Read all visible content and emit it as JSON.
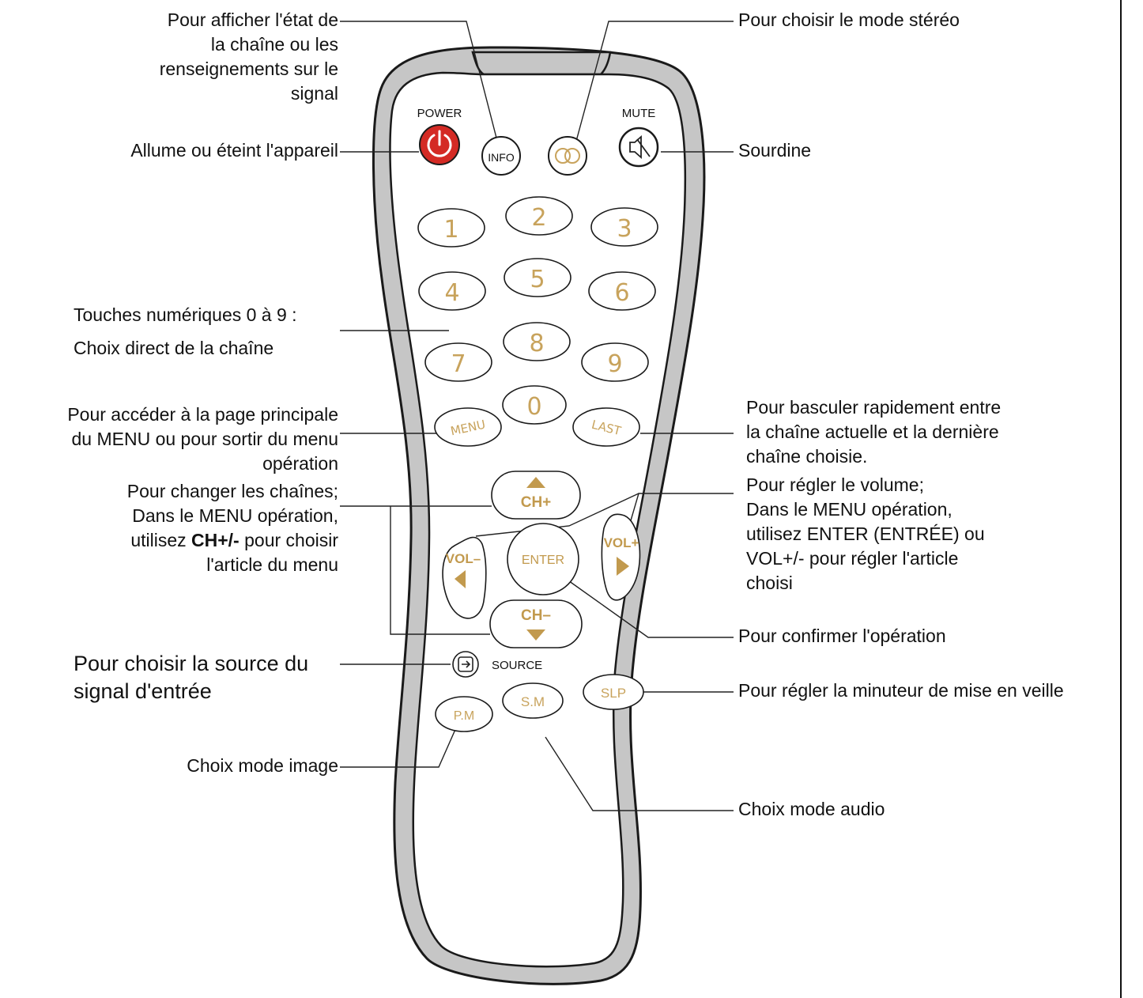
{
  "remote": {
    "buttons": {
      "power_caption": "POWER",
      "mute_caption": "MUTE",
      "info": "INFO",
      "digits": [
        "1",
        "2",
        "3",
        "4",
        "5",
        "6",
        "7",
        "8",
        "9",
        "0"
      ],
      "menu": "MENU",
      "last": "LAST",
      "ch_up": "CH+",
      "ch_down": "CH–",
      "vol_down": "VOL–",
      "vol_up": "VOL+",
      "enter": "ENTER",
      "source": "SOURCE",
      "slp": "SLP",
      "pm": "P.M",
      "sm": "S.M"
    },
    "colors": {
      "body_fill": "#c6c6c6",
      "face_fill": "#ffffff",
      "outline": "#1a1a1a",
      "button_text": "#c8a35c",
      "arrow": "#c29a4e",
      "power_red": "#d42a24"
    }
  },
  "callouts": {
    "info": [
      "Pour afficher l'état de",
      "la chaîne ou les",
      "renseignements sur le",
      "signal"
    ],
    "power": "Allume ou éteint l'appareil",
    "digits": [
      "Touches numériques 0 à 9 :",
      "Choix direct de la chaîne"
    ],
    "menu": [
      "Pour accéder à la page principale",
      "du MENU ou pour sortir du menu",
      "opération"
    ],
    "channel": {
      "line1": "Pour changer les chaînes;",
      "line2": "Dans le MENU opération,",
      "line3_prefix": "utilisez ",
      "line3_bold": "CH+/-",
      "line3_suffix": " pour choisir",
      "line4": "l'article du menu"
    },
    "source": [
      "Pour choisir la source du",
      "signal d'entrée"
    ],
    "picture_mode": "Choix mode image",
    "stereo": "Pour choisir le mode stéréo",
    "mute": "Sourdine",
    "last": [
      "Pour basculer rapidement entre",
      "la chaîne actuelle et la dernière",
      "chaîne choisie."
    ],
    "volume": [
      "Pour régler le volume;",
      "Dans le MENU opération,",
      "utilisez ENTER (ENTRÉE) ou",
      "VOL+/- pour régler l'article",
      "choisi"
    ],
    "enter": "Pour confirmer l'opération",
    "sleep": "Pour régler la minuteur de mise en veille",
    "sound_mode": "Choix mode audio"
  }
}
